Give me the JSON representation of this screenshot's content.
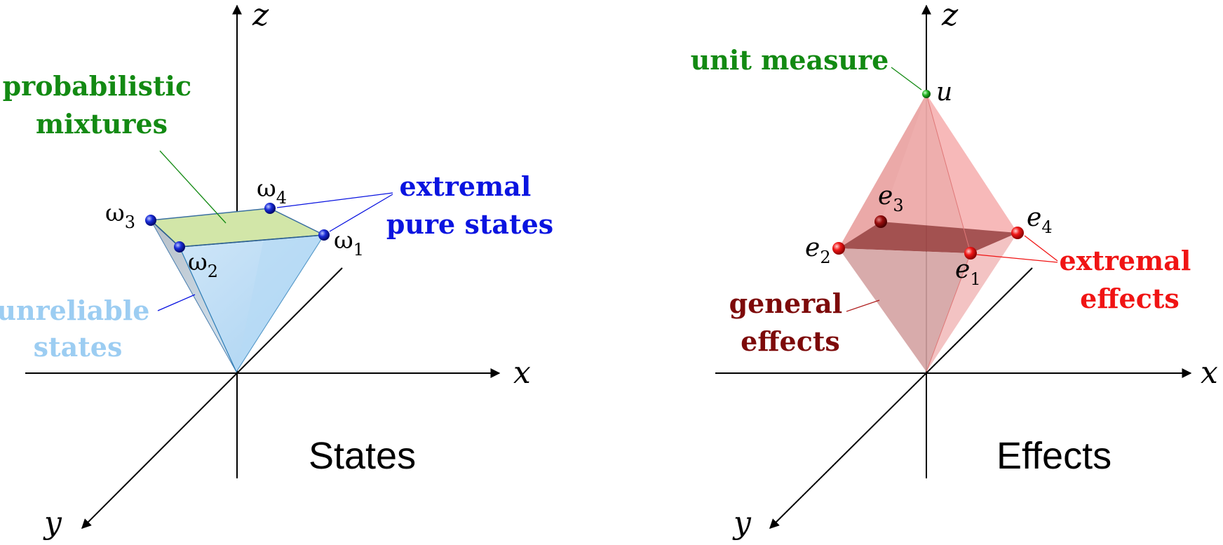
{
  "states_panel": {
    "title": "States",
    "axes": {
      "x": "x",
      "y": "y",
      "z": "z"
    },
    "callouts": {
      "mixtures_line1": "probabilistic",
      "mixtures_line2": "mixtures",
      "pure_line1": "extremal",
      "pure_line2": "pure states",
      "unreliable_line1": "unreliable",
      "unreliable_line2": "states"
    },
    "vertices": [
      {
        "base": "ω",
        "sub": "1"
      },
      {
        "base": "ω",
        "sub": "2"
      },
      {
        "base": "ω",
        "sub": "3"
      },
      {
        "base": "ω",
        "sub": "4"
      }
    ]
  },
  "effects_panel": {
    "title": "Effects",
    "axes": {
      "x": "x",
      "y": "y",
      "z": "z"
    },
    "callouts": {
      "unit_measure": "unit measure",
      "general_line1": "general",
      "general_line2": "effects",
      "extremal_line1": "extremal",
      "extremal_line2": "effects"
    },
    "unit_vertex": "u",
    "vertices": [
      {
        "base": "e",
        "sub": "1"
      },
      {
        "base": "e",
        "sub": "2"
      },
      {
        "base": "e",
        "sub": "3"
      },
      {
        "base": "e",
        "sub": "4"
      }
    ]
  },
  "colors": {
    "mixtures": "#138a13",
    "pure_states": "#0a14e0",
    "unreliable": "#9ccdf2",
    "unit_measure": "#138a13",
    "general_effects": "#7d0a0a",
    "extremal_effects": "#f01414"
  }
}
